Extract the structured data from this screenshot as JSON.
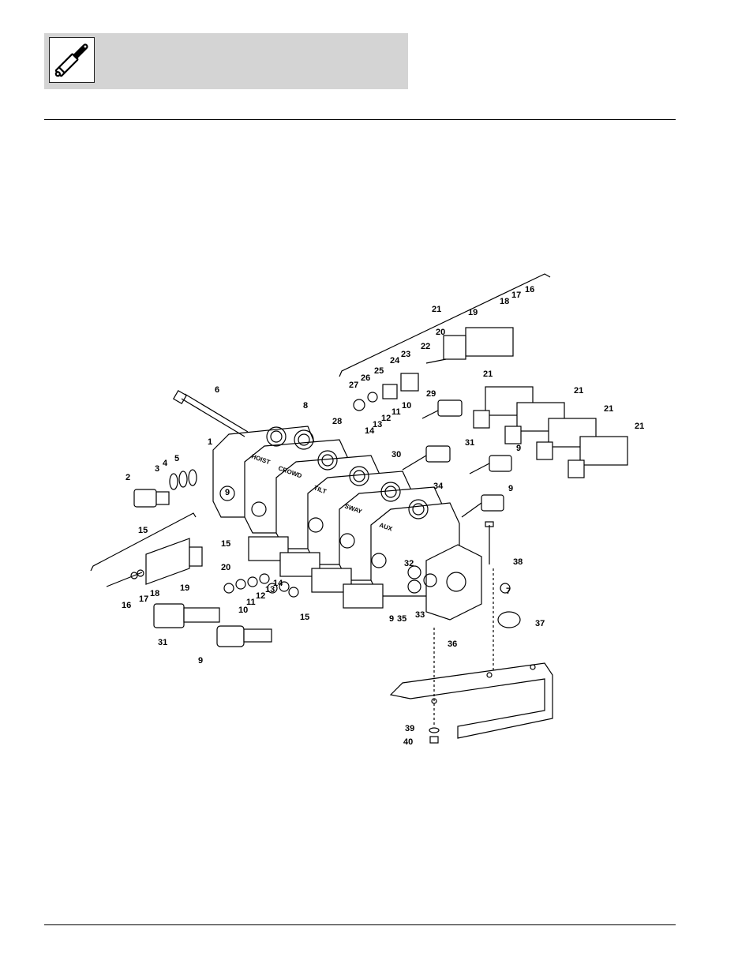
{
  "header": {
    "icon": "hydraulic-cylinder-icon",
    "band_color": "#d4d4d4"
  },
  "diagram": {
    "section_labels": [
      "HOIST",
      "CROWD",
      "TILT",
      "SWAY",
      "AUX"
    ],
    "callouts": {
      "c1": "1",
      "c2": "2",
      "c3": "3",
      "c4": "4",
      "c5": "5",
      "c6": "6",
      "c7": "7",
      "c8": "8",
      "c9a": "9",
      "c9b": "9",
      "c9c": "9",
      "c9d": "9",
      "c9e": "9",
      "c10a": "10",
      "c10b": "10",
      "c11a": "11",
      "c11b": "11",
      "c12a": "12",
      "c12b": "12",
      "c13a": "13",
      "c13b": "13",
      "c14a": "14",
      "c14b": "14",
      "c15a": "15",
      "c15b": "15",
      "c15c": "15",
      "c16a": "16",
      "c16b": "16",
      "c17a": "17",
      "c17b": "17",
      "c18a": "18",
      "c18b": "18",
      "c19a": "19",
      "c19b": "19",
      "c20a": "20",
      "c20b": "20",
      "c21a": "21",
      "c21b": "21",
      "c21c": "21",
      "c21d": "21",
      "c21e": "21",
      "c22": "22",
      "c23": "23",
      "c24": "24",
      "c25": "25",
      "c26": "26",
      "c27": "27",
      "c28": "28",
      "c29": "29",
      "c30": "30",
      "c31a": "31",
      "c31b": "31",
      "c32": "32",
      "c33": "33",
      "c34": "34",
      "c35": "35",
      "c36": "36",
      "c37": "37",
      "c38": "38",
      "c39": "39",
      "c40": "40"
    }
  }
}
